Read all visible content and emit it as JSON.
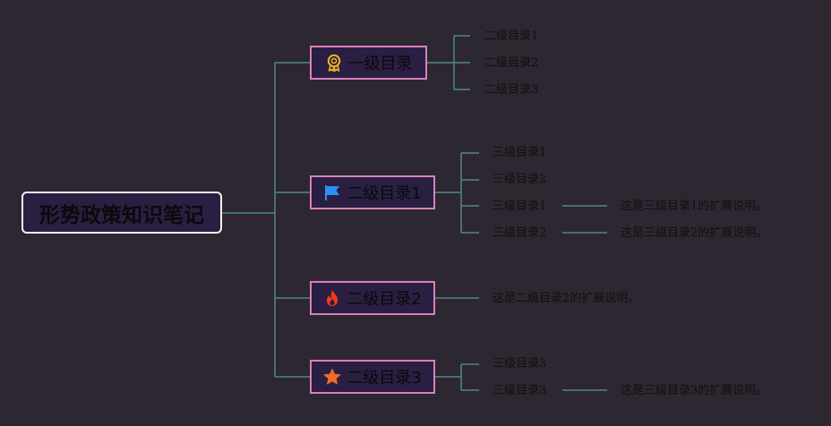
{
  "root": {
    "label": "形势政策知识笔记"
  },
  "branches": [
    {
      "label": "一级目录",
      "icon": "ribbon-medal-icon",
      "children": [
        {
          "label": "二级目录1"
        },
        {
          "label": "二级目录2"
        },
        {
          "label": "二级目录3"
        }
      ]
    },
    {
      "label": "二级目录1",
      "icon": "blue-flag-icon",
      "children": [
        {
          "label": "三级目录1"
        },
        {
          "label": "三级目录2"
        },
        {
          "label": "三级目录1",
          "note": "这是三级目录1的扩展说明。"
        },
        {
          "label": "三级目录2",
          "note": "这是三级目录2的扩展说明。"
        }
      ]
    },
    {
      "label": "二级目录2",
      "icon": "flame-icon",
      "note": "这是二级目录2的扩展说明。"
    },
    {
      "label": "二级目录3",
      "icon": "star-icon",
      "children": [
        {
          "label": "三级目录3"
        },
        {
          "label": "三级目录3",
          "note": "这是三级目录3的扩展说明。"
        }
      ]
    }
  ],
  "colors": {
    "background": "#2c2731",
    "edge": "#4f8a80",
    "node_fill": "#2a1f42",
    "node_border": "#d981b8",
    "root_border": "#f2f2f2",
    "medal": "#f0b323",
    "flag": "#2a8ff7",
    "flame": "#f5391b",
    "star": "#ee6a2c"
  }
}
